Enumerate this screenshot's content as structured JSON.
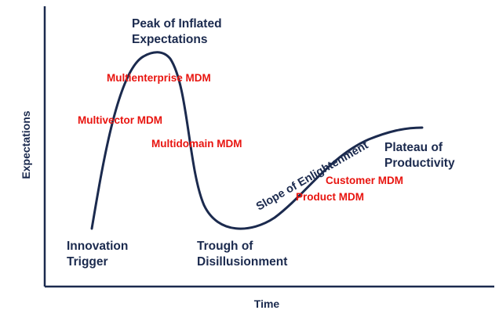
{
  "diagram": {
    "colors": {
      "curve": "#1b2a4e",
      "axis": "#1b2a4e",
      "phase_text": "#1b2a4e",
      "technology_text": "#e8140f"
    },
    "axes": {
      "y_label": "Expectations",
      "x_label": "Time"
    },
    "phases": {
      "innovation_trigger": [
        "Innovation",
        "Trigger"
      ],
      "peak": [
        "Peak of Inflated",
        "Expectations"
      ],
      "trough": [
        "Trough of",
        "Disillusionment"
      ],
      "slope": "Slope of Enlightenment",
      "plateau": [
        "Plateau of",
        "Productivity"
      ]
    },
    "technologies": [
      "Multienterprise MDM",
      "Multivector MDM",
      "Multidomain MDM",
      "Customer MDM",
      "Product MDM"
    ]
  }
}
